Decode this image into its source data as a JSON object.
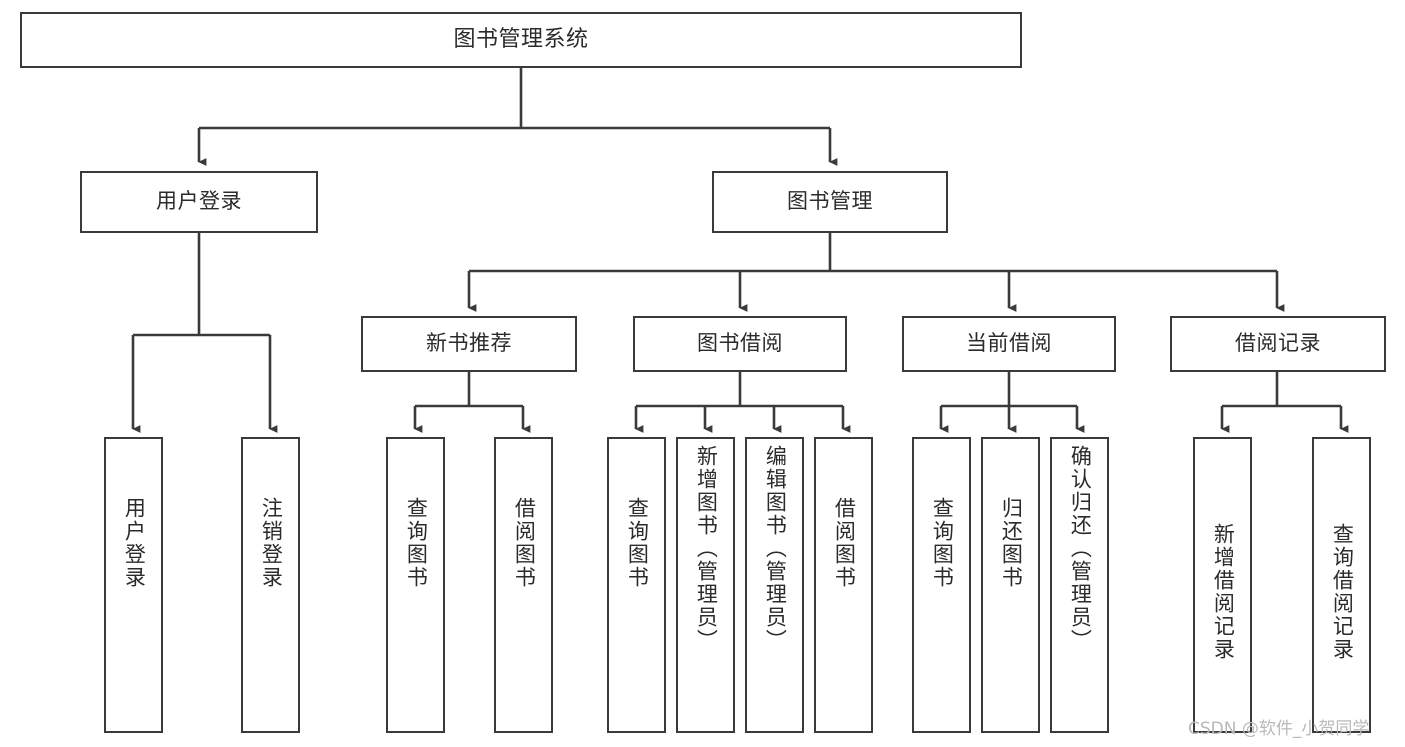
{
  "diagram": {
    "title": "图书管理系统",
    "watermark": "CSDN @软件_小贺同学",
    "type": "hierarchical-tree",
    "root": {
      "id": "root",
      "label": "图书管理系统"
    },
    "level2": [
      {
        "id": "user-login",
        "label": "用户登录"
      },
      {
        "id": "book-management",
        "label": "图书管理"
      }
    ],
    "level3": [
      {
        "id": "new-book-recommend",
        "label": "新书推荐",
        "parent": "book-management"
      },
      {
        "id": "book-borrow",
        "label": "图书借阅",
        "parent": "book-management"
      },
      {
        "id": "current-borrow",
        "label": "当前借阅",
        "parent": "book-management"
      },
      {
        "id": "borrow-record",
        "label": "借阅记录",
        "parent": "book-management"
      }
    ],
    "leaves": {
      "user_login": [
        {
          "id": "leaf-user-login",
          "label": "用户登录"
        },
        {
          "id": "leaf-user-logout",
          "label": "注销登录"
        }
      ],
      "new_book_recommend": [
        {
          "id": "leaf-query-book-1",
          "label": "查询图书"
        },
        {
          "id": "leaf-borrow-book-1",
          "label": "借阅图书"
        }
      ],
      "book_borrow": [
        {
          "id": "leaf-query-book-2",
          "label": "查询图书"
        },
        {
          "id": "leaf-add-book",
          "label": "新增图书（管理员）"
        },
        {
          "id": "leaf-edit-book",
          "label": "编辑图书（管理员）"
        },
        {
          "id": "leaf-borrow-book-2",
          "label": "借阅图书"
        }
      ],
      "current_borrow": [
        {
          "id": "leaf-query-book-3",
          "label": "查询图书"
        },
        {
          "id": "leaf-return-book",
          "label": "归还图书"
        },
        {
          "id": "leaf-confirm-return",
          "label": "确认归还（管理员）"
        }
      ],
      "borrow_record": [
        {
          "id": "leaf-add-record",
          "label": "新增借阅记录"
        },
        {
          "id": "leaf-query-record",
          "label": "查询借阅记录"
        }
      ]
    },
    "colors": {
      "border": "#3a3a3a",
      "text": "#2b2b2b",
      "background": "#ffffff",
      "watermark": "#b9b9b9"
    }
  }
}
